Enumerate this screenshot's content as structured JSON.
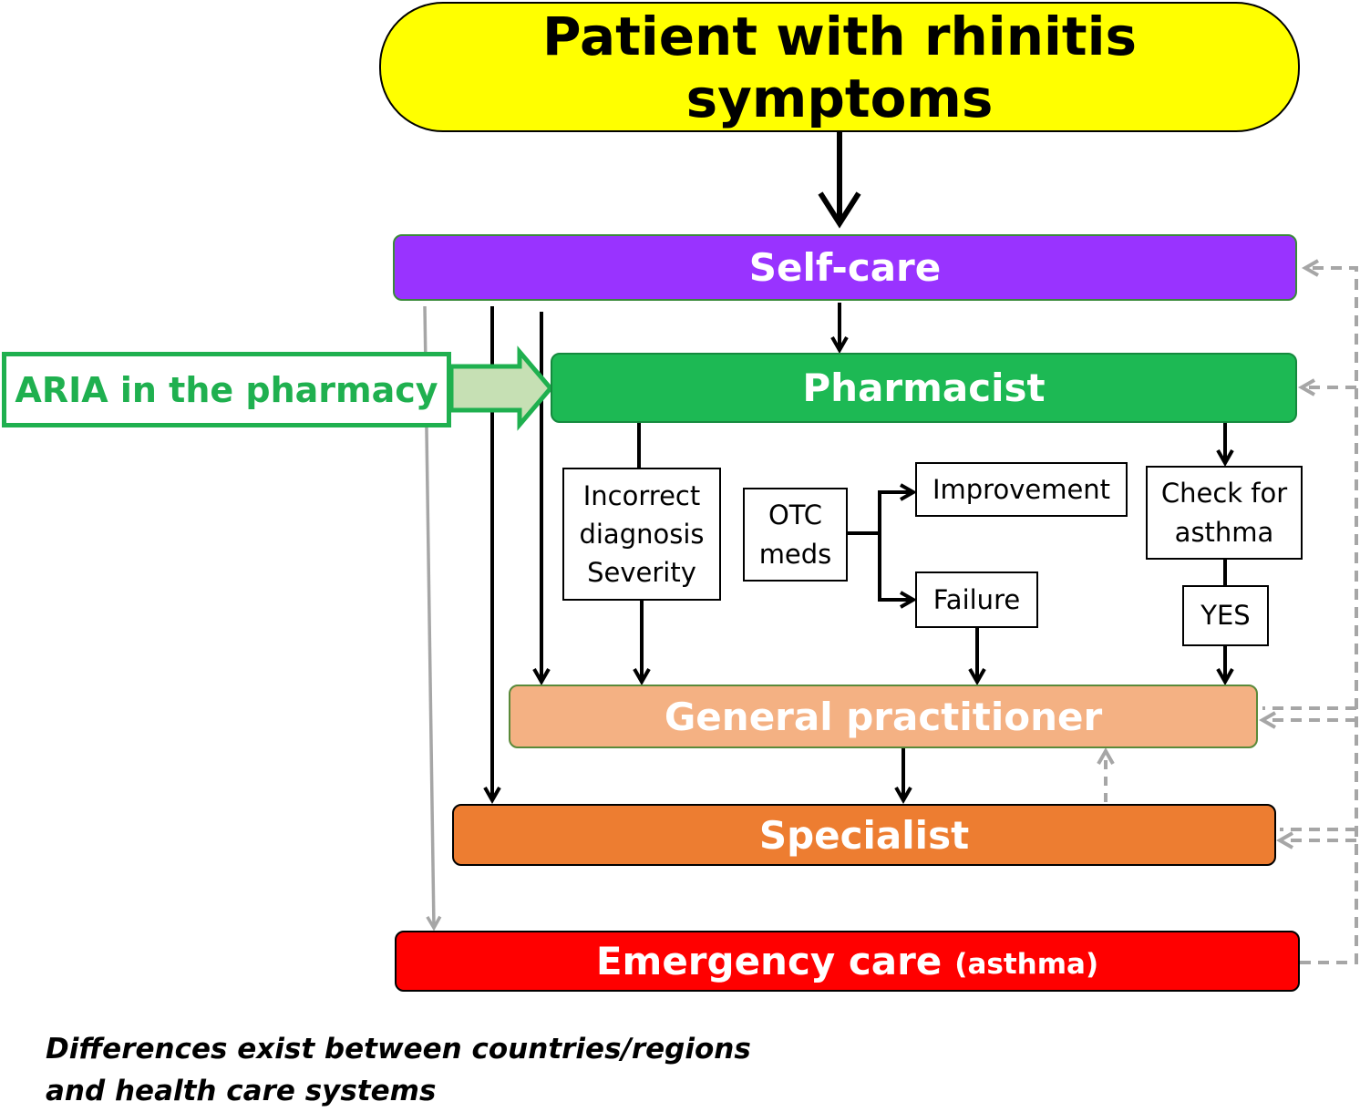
{
  "title": "Patient with rhinitis symptoms",
  "levels": {
    "self_care": "Self-care",
    "pharmacist": "Pharmacist",
    "general_practitioner": "General practitioner",
    "specialist": "Specialist",
    "emergency_main": "Emergency care",
    "emergency_sub": "(asthma)"
  },
  "aria_label": "ARIA in the pharmacy",
  "nodes": {
    "incorrect": [
      "Incorrect",
      "diagnosis",
      "Severity"
    ],
    "otc": [
      "OTC",
      "meds"
    ],
    "improvement": "Improvement",
    "failure": "Failure",
    "check_asthma": [
      "Check for",
      "asthma"
    ],
    "yes": "YES"
  },
  "footnote": [
    "Differences exist between countries/regions",
    "and health care systems"
  ],
  "colors": {
    "title_bg": "#ffff00",
    "self_care": "#9933ff",
    "pharmacist": "#1db954",
    "aria": "#1fb04f",
    "aria_arrow_fill": "#c6e0b4",
    "general_practitioner": "#f4b183",
    "specialist": "#ed7d31",
    "emergency": "#ff0000",
    "feedback_gray": "#a6a6a6"
  }
}
